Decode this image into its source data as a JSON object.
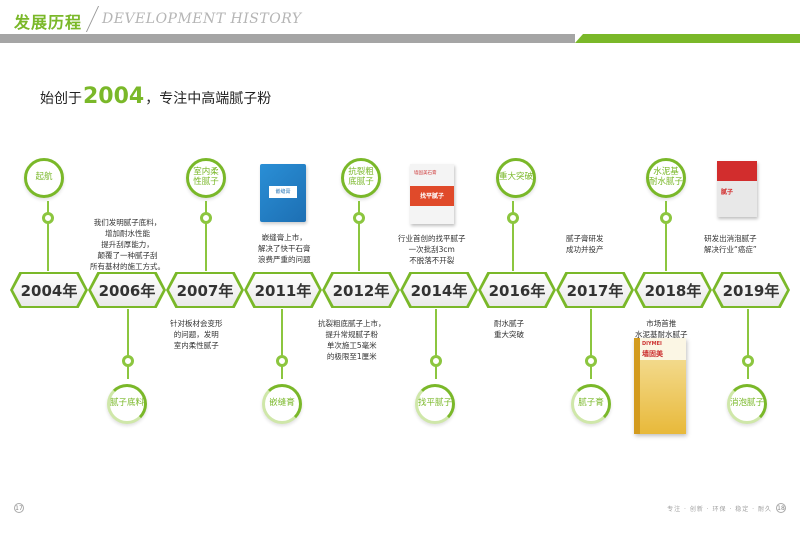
{
  "header": {
    "title": "发展历程",
    "subtitle": "DEVELOPMENT HISTORY"
  },
  "slogan": {
    "prefix": "始创于",
    "year": "2004",
    "suffix": "，专注中高端腻子粉"
  },
  "timeline": {
    "years": [
      "2004年",
      "2006年",
      "2007年",
      "2011年",
      "2012年",
      "2014年",
      "2016年",
      "2017年",
      "2018年",
      "2019年"
    ]
  },
  "milestones_top": [
    {
      "label": "起航"
    },
    {
      "text": "我们发明腻子底料，\n增加耐水性能\n提升刮厚能力，\n颠覆了一种腻子刮\n所有基材的施工方式。"
    },
    {
      "label": "室内柔\n性腻子"
    },
    {
      "text": "嵌缝膏上市，\n解决了快干石膏\n浪费严重的问题"
    },
    {
      "label": "抗裂粗\n底腻子"
    },
    {
      "text": "行业首创的找平腻子\n一次批刮3cm\n不脱落不开裂"
    },
    {
      "label": "重大突破"
    },
    {
      "text": "腻子膏研发\n成功并投产"
    },
    {
      "label": "水泥基\n耐水腻子"
    },
    {
      "text": "研发出消泡腻子\n解决行业“癌症”"
    }
  ],
  "milestones_bottom": [
    {
      "label": "腻子底料"
    },
    {
      "text": "针对板材会变形\n的问题，发明\n室内柔性腻子"
    },
    {
      "label": "嵌缝膏"
    },
    {
      "text": "抗裂粗底腻子上市，\n提升常规腻子粉\n单次施工5毫米\n的极限至1厘米"
    },
    {
      "label": "找平腻子"
    },
    {
      "text": "耐水腻子\n重大突破"
    },
    {
      "label": "腻子膏"
    },
    {
      "text": "市场首推\n水泥基耐水腻子"
    },
    {
      "label": "消泡腻子"
    }
  ],
  "products": {
    "p2011": "嵌缝膏",
    "p2014a": "墙固美石膏",
    "p2014b": "找平腻子",
    "p2019a": "腻子",
    "p2018a": "DIYMEI",
    "p2018b": "墙固美"
  },
  "footer": {
    "page_left": "17",
    "page_right": "18",
    "tagline": "专注 · 创新 · 环保 · 稳定 · 耐久"
  },
  "colors": {
    "accent": "#7ab829",
    "bar_grey": "#a5a5a5"
  }
}
